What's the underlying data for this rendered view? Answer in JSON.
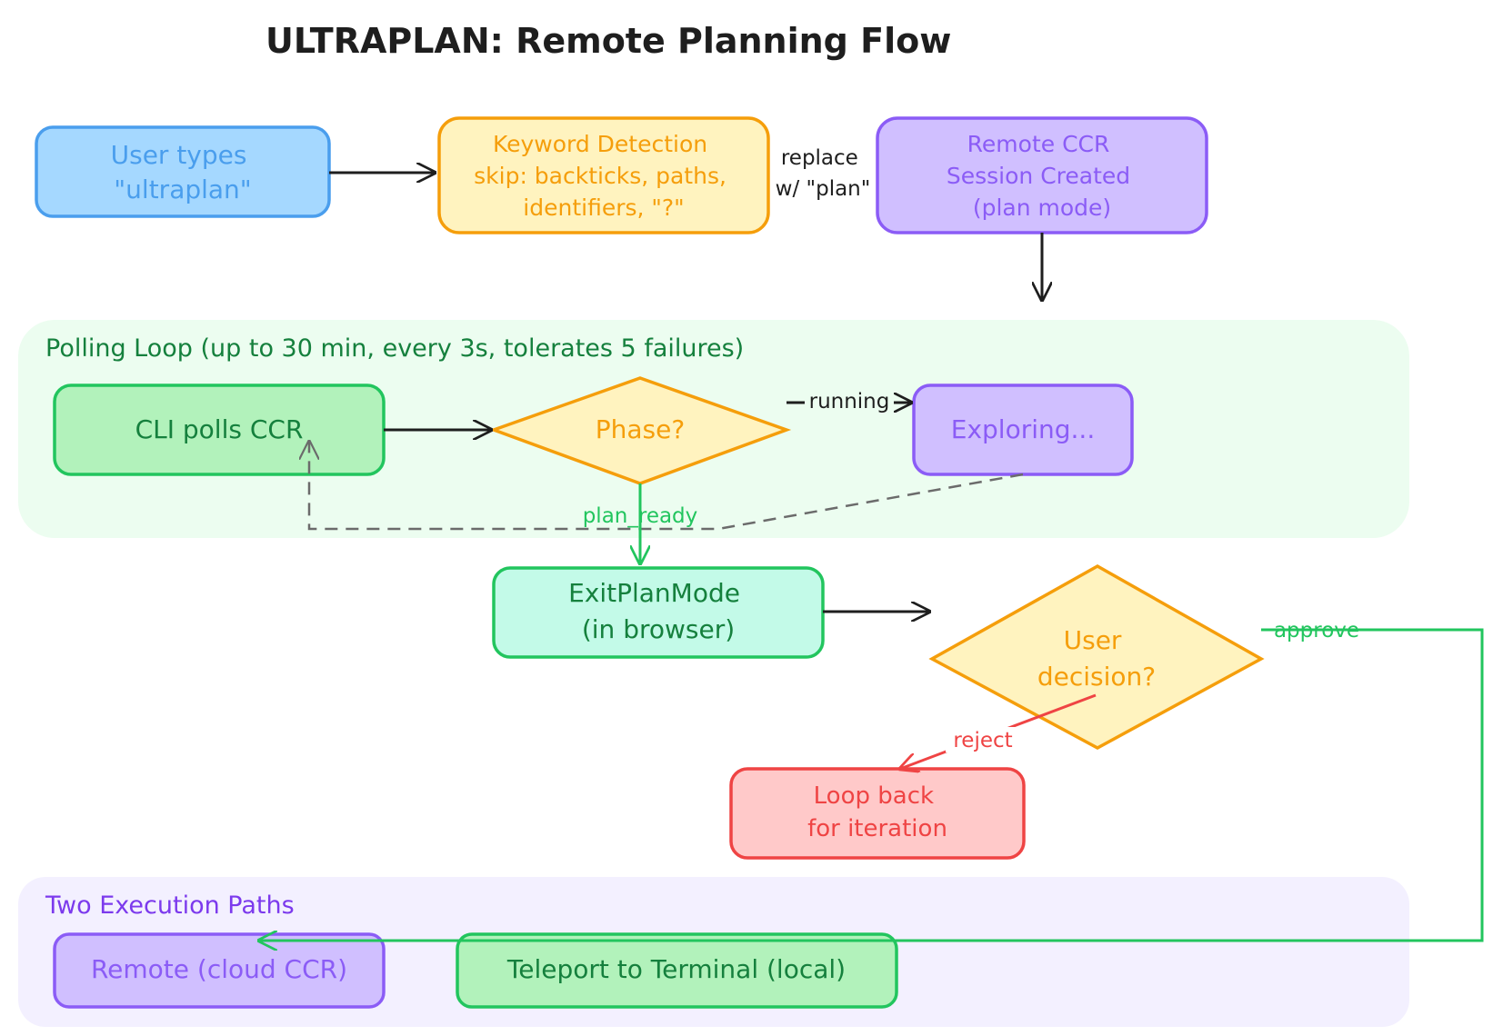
{
  "title": "ULTRAPLAN: Remote Planning Flow",
  "colors": {
    "blue_fill": "#a5d8ff",
    "blue_stroke": "#4a9eed",
    "blue_text": "#4a9eed",
    "yellow_fill": "#fff3bf",
    "yellow_stroke": "#f59e0b",
    "yellow_text": "#f59e0b",
    "purple_fill": "#d0bfff",
    "purple_stroke": "#8b5cf6",
    "purple_text": "#8b5cf6",
    "green_fill": "#b2f2bb",
    "green_stroke": "#22c55e",
    "green_text": "#15803d",
    "teal_fill": "#c3fae8",
    "red_fill": "#ffc9c9",
    "red_stroke": "#ef4444",
    "zone_green": "#ecfdf0",
    "zone_purple": "#f3f0ff",
    "ink": "#1e1e1e"
  },
  "nodes": {
    "user_types": [
      "User types",
      "\"ultraplan\""
    ],
    "keyword": [
      "Keyword Detection",
      "skip: backticks, paths,",
      "identifiers, \"?\""
    ],
    "remote_ccr": [
      "Remote CCR",
      "Session Created",
      "(plan mode)"
    ],
    "cli_polls": "CLI polls CCR",
    "phase": "Phase?",
    "exploring": "Exploring...",
    "exit_plan": [
      "ExitPlanMode",
      "(in browser)"
    ],
    "user_decision": [
      "User",
      "decision?"
    ],
    "loop_back": [
      "Loop back",
      "for iteration"
    ],
    "remote_cloud": "Remote (cloud CCR)",
    "teleport": "Teleport to Terminal (local)"
  },
  "zones": {
    "polling": "Polling Loop (up to 30 min, every 3s, tolerates 5 failures)",
    "execution": "Two Execution Paths"
  },
  "edge_labels": {
    "replace": [
      "replace",
      "w/ \"plan\""
    ],
    "running": "running",
    "plan_ready": "plan_ready",
    "approve": "approve",
    "reject": "reject"
  }
}
